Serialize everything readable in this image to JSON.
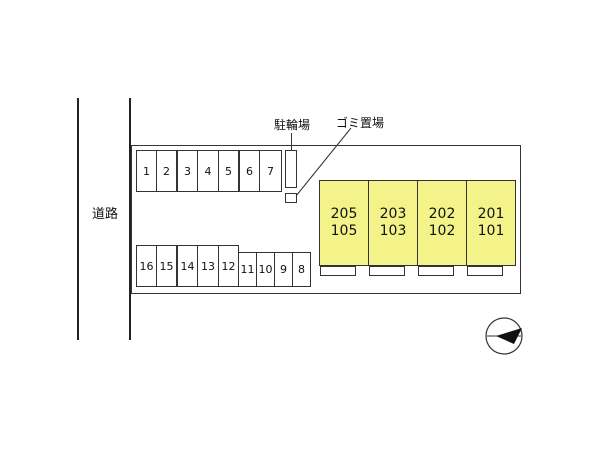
{
  "labels": {
    "road": "道路",
    "bicycle_parking": "駐輪場",
    "garbage_area": "ゴミ置場"
  },
  "parking_top": [
    "1",
    "2",
    "3",
    "4",
    "5",
    "6",
    "7"
  ],
  "parking_bottom": [
    "16",
    "15",
    "14",
    "13",
    "12",
    "11",
    "10",
    "9",
    "8"
  ],
  "buildings": [
    {
      "upper": "205",
      "lower": "105"
    },
    {
      "upper": "203",
      "lower": "103"
    },
    {
      "upper": "202",
      "lower": "102"
    },
    {
      "upper": "201",
      "lower": "101"
    }
  ],
  "colors": {
    "building": "#f3f389",
    "line": "#222222"
  },
  "compass_icon": "north-arrow-icon"
}
